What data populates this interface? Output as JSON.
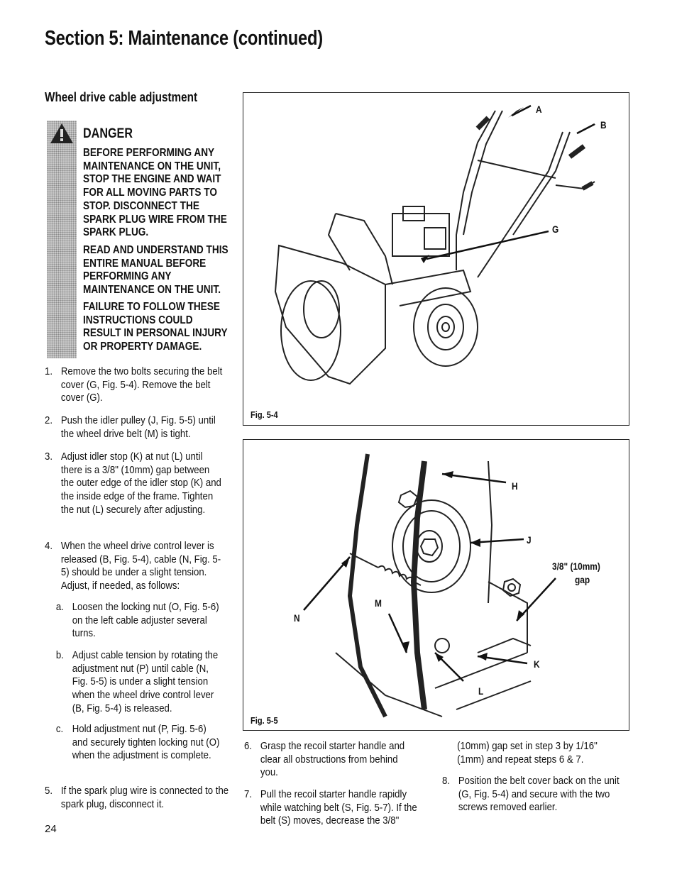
{
  "header": {
    "title": "Section 5: Maintenance (continued)",
    "subtitle": "Wheel drive cable adjustment"
  },
  "danger": {
    "icon": "warning-triangle-icon",
    "heading": "DANGER",
    "p1": "BEFORE PERFORMING ANY MAINTENANCE ON THE UNIT, STOP THE ENGINE AND WAIT FOR ALL MOVING PARTS TO STOP. DISCONNECT THE SPARK PLUG WIRE FROM THE SPARK PLUG.",
    "p2": "READ AND UNDERSTAND THIS ENTIRE MANUAL BEFORE PERFORMING ANY MAINTENANCE ON THE UNIT.",
    "p3": "FAILURE TO FOLLOW THESE INSTRUCTIONS COULD RESULT IN PERSONAL INJURY OR PROPERTY DAMAGE."
  },
  "steps": [
    {
      "num": "1.",
      "text": "Remove the two bolts securing the belt cover (G, Fig. 5-4). Remove the belt cover (G)."
    },
    {
      "num": "2.",
      "text": "Push the idler pulley (J, Fig. 5-5) until the wheel drive belt (M) is tight."
    },
    {
      "num": "3.",
      "text": "Adjust idler stop (K) at nut (L) until there is a 3/8\" (10mm) gap between the outer edge of the idler stop (K) and the inside edge of the frame. Tighten the nut (L) securely after adjusting."
    },
    {
      "num": "4.",
      "text": "When the wheel drive control lever is released (B, Fig. 5-4), cable (N, Fig. 5-5) should be under a slight tension. Adjust, if needed, as follows:"
    },
    {
      "num": "a.",
      "text": "Loosen the locking nut (O, Fig. 5-6) on the left cable adjuster several turns."
    },
    {
      "num": "b.",
      "text": "Adjust cable tension by rotating the adjustment nut (P) until cable (N, Fig. 5-5) is under a slight tension when the wheel drive control lever (B, Fig. 5-4) is released."
    },
    {
      "num": "c.",
      "text": "Hold adjustment nut (P, Fig. 5-6) and securely tighten locking nut (O) when the adjustment is complete."
    },
    {
      "num": "5.",
      "text": "If the spark plug wire is connected to the spark plug, disconnect it."
    },
    {
      "num": "6.",
      "text": "Grasp the recoil starter handle and clear all obstructions from behind you."
    },
    {
      "num": "7.",
      "text": "Pull the recoil starter handle rapidly while watching belt (S, Fig. 5-7). If the belt (S) moves, decrease the 3/8\" (10mm) gap set in step 3 by 1/16\" (1mm) and repeat steps 6 & 7."
    },
    {
      "num": "8.",
      "text": "Position the belt cover back on the unit (G, Fig. 5-4) and secure with the two screws removed earlier."
    }
  ],
  "figures": {
    "fig54": {
      "label": "Fig. 5-4",
      "callouts": {
        "a": "A",
        "b": "B",
        "g": "G"
      }
    },
    "fig55": {
      "label": "Fig. 5-5",
      "callouts": {
        "h": "H",
        "j": "J",
        "gap1": "3/8\" (10mm)",
        "gap2": "gap",
        "m": "M",
        "n": "N",
        "k": "K",
        "l": "L"
      }
    }
  },
  "page_number": "24"
}
